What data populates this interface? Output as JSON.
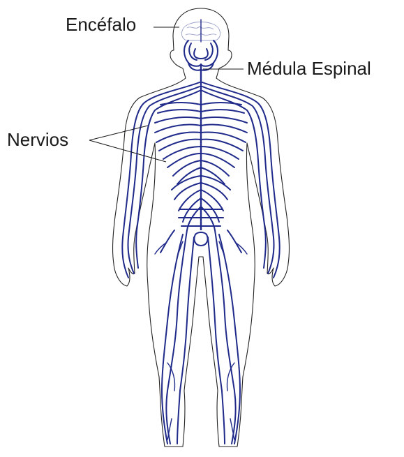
{
  "labels": {
    "brain": "Encéfalo",
    "spinal_cord": "Médula Espinal",
    "nerves": "Nervios"
  },
  "colors": {
    "nerve": "#1f2a8a",
    "outline": "#222222",
    "text": "#1a1a1a"
  }
}
